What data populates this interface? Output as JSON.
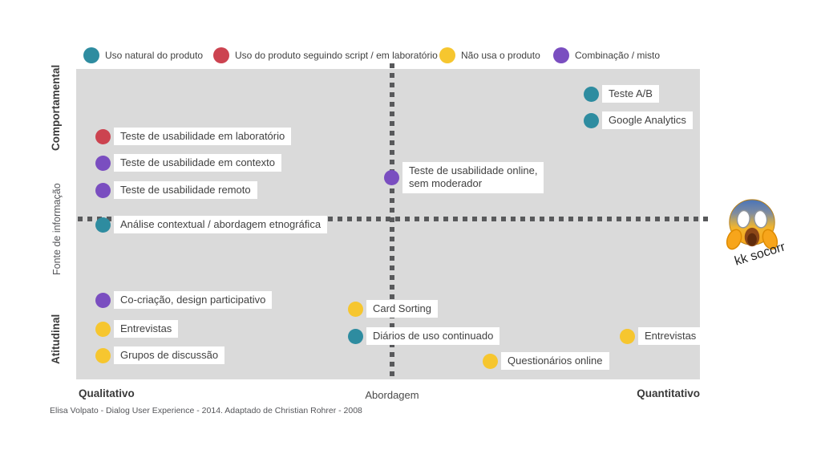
{
  "colors": {
    "teal": "#2E8CA0",
    "red": "#CC4350",
    "yellow": "#F6C62F",
    "purple": "#7A4EC0",
    "plot_bg": "#DADADA",
    "dash": "#58595B",
    "text": "#414141"
  },
  "legend": {
    "items": [
      {
        "label": "Uso natural do produto",
        "color": "teal"
      },
      {
        "label": "Uso do produto seguindo script / em laboratório",
        "color": "red"
      },
      {
        "label": "Não usa o produto",
        "color": "yellow"
      },
      {
        "label": "Combinação / misto",
        "color": "purple"
      }
    ]
  },
  "matrix": {
    "axes": {
      "y_top": "Comportamental",
      "y_mid": "Fonte de informação",
      "y_bottom": "Atitudinal",
      "x_left": "Qualitativo",
      "x_mid": "Abordagem",
      "x_right": "Quantitativo"
    },
    "methods": [
      {
        "label": "Teste de usabilidade em laboratório",
        "color": "red"
      },
      {
        "label": "Teste de usabilidade em contexto",
        "color": "purple"
      },
      {
        "label": "Teste de usabilidade remoto",
        "color": "purple"
      },
      {
        "label": "Análise contextual / abordagem etnográfica",
        "color": "teal"
      },
      {
        "label": "Co-criação, design participativo",
        "color": "purple"
      },
      {
        "label": "Entrevistas",
        "color": "yellow"
      },
      {
        "label": "Grupos de discussão",
        "color": "yellow"
      },
      {
        "label": "Teste de usabilidade online,\nsem moderador",
        "color": "purple"
      },
      {
        "label": "Teste A/B",
        "color": "teal"
      },
      {
        "label": "Google Analytics",
        "color": "teal"
      },
      {
        "label": "Card Sorting",
        "color": "yellow"
      },
      {
        "label": "Diários de uso continuado",
        "color": "teal"
      },
      {
        "label": "Questionários online",
        "color": "yellow"
      },
      {
        "label": "Entrevistas",
        "color": "yellow"
      }
    ]
  },
  "annotation": {
    "emoji": "face-screaming-in-fear",
    "text": "kk socorr"
  },
  "attribution": "Elisa Volpato - Dialog User Experience - 2014. Adaptado de Christian Rohrer - 2008"
}
